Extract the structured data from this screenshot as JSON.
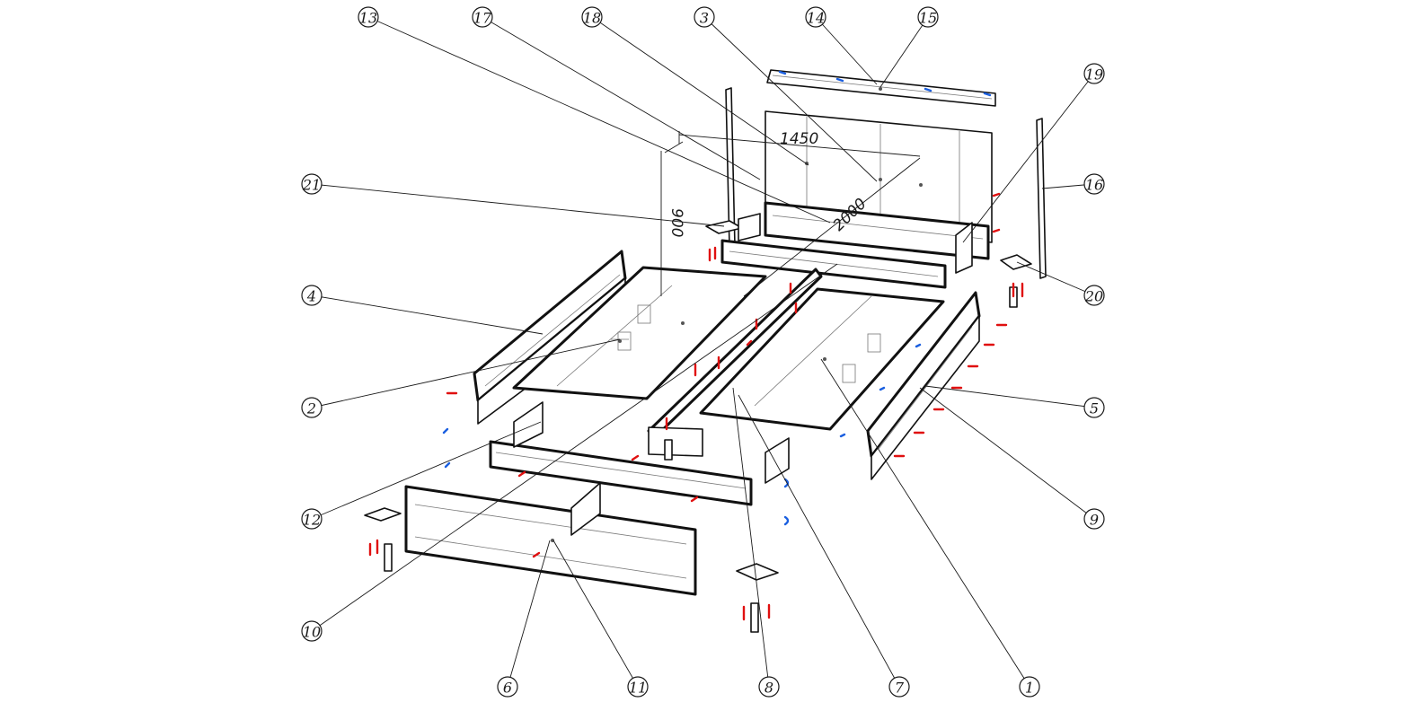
{
  "title": "Bed assembly exploded view",
  "dimensions": {
    "width_label": "1450",
    "length_label": "2000",
    "height_label": "900"
  },
  "callouts": {
    "c1": "1",
    "c2": "2",
    "c3": "3",
    "c4": "4",
    "c5": "5",
    "c6": "6",
    "c7": "7",
    "c8": "8",
    "c9": "9",
    "c10": "10",
    "c11": "11",
    "c12": "12",
    "c13": "13",
    "c14": "14",
    "c15": "15",
    "c16": "16",
    "c17": "17",
    "c18": "18",
    "c19": "19",
    "c20": "20",
    "c21": "21"
  },
  "colors": {
    "outline": "#111111",
    "fastener_red": "#e01010",
    "fastener_blue": "#1a5fe0"
  }
}
